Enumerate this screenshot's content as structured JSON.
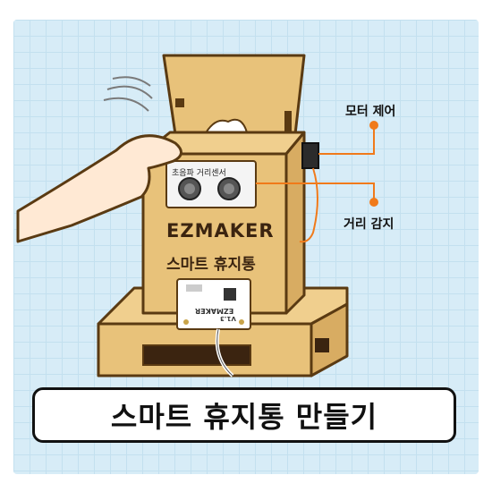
{
  "callouts": {
    "motor_control": "모터 제어",
    "distance_sensing": "거리 감지"
  },
  "box": {
    "brand": "EZMAKER",
    "product": "스마트 휴지통",
    "sensor_label": "초음파 거리센서",
    "board_brand": "EZMAKER",
    "board_version": "V1.3"
  },
  "banner": {
    "title": "스마트 휴지통 만들기"
  },
  "colors": {
    "background": "#d7ecf7",
    "wood": "#e8c27a",
    "outline": "#5a3a12",
    "accent": "#f07a1a",
    "board": "#ffffff"
  }
}
